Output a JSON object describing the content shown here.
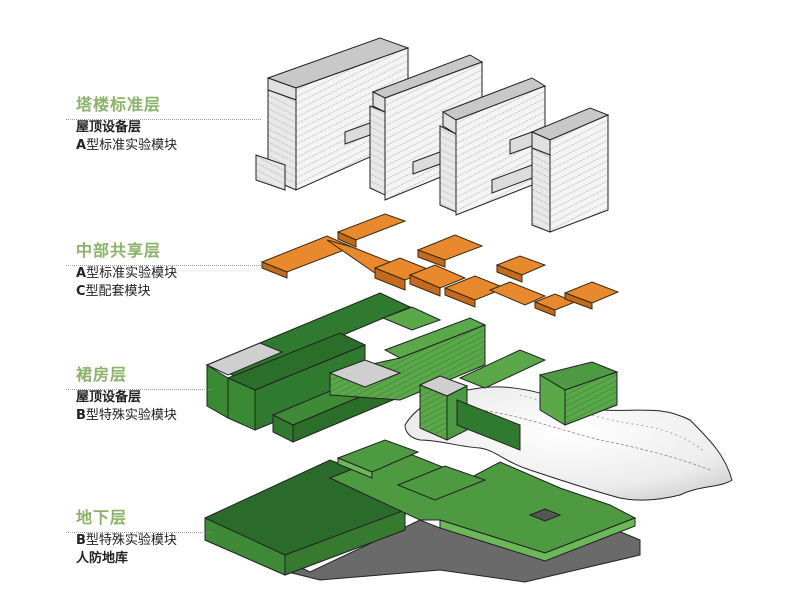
{
  "layers": [
    {
      "title": "塔楼标准层",
      "items": [
        {
          "prefix": "",
          "text": "屋顶设备层",
          "bold": true
        },
        {
          "prefix": "A",
          "text": "型标准实验模块",
          "bold": false
        }
      ]
    },
    {
      "title": "中部共享层",
      "items": [
        {
          "prefix": "A",
          "text": "型标准实验模块",
          "bold": false
        },
        {
          "prefix": "C",
          "text": "型配套模块",
          "bold": false
        }
      ]
    },
    {
      "title": "裙房层",
      "items": [
        {
          "prefix": "",
          "text": "屋顶设备层",
          "bold": true
        },
        {
          "prefix": "B",
          "text": "型特殊实验模块",
          "bold": false
        }
      ]
    },
    {
      "title": "地下层",
      "items": [
        {
          "prefix": "B",
          "text": "型特殊实验模块",
          "bold": false
        },
        {
          "prefix": "",
          "text": "人防地库",
          "bold": true
        }
      ]
    }
  ],
  "colors": {
    "title_green": "#8cb26a",
    "tower_white": "#f2f2f2",
    "tower_roof": "#c8c8c8",
    "shared_orange": "#e8892e",
    "podium_dark_green": "#2f7a2f",
    "podium_light_green": "#5aa84a",
    "roof_equipment_gray": "#cfcfcf",
    "basement_green": "#3e8a36",
    "basement_gray": "#6a6a6a",
    "terrain_white": "#f4f4f4"
  }
}
